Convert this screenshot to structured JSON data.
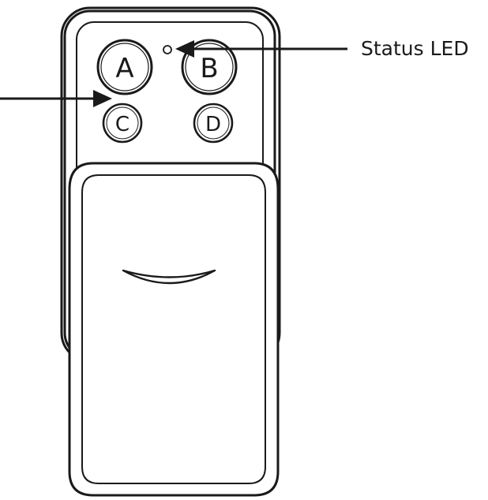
{
  "buttons": {
    "a": {
      "label": "A"
    },
    "b": {
      "label": "B"
    },
    "c": {
      "label": "C"
    },
    "d": {
      "label": "D"
    }
  },
  "callouts": {
    "status_led": {
      "label": "Status LED"
    }
  },
  "colors": {
    "outline": "#1a1a1a",
    "fill": "#ffffff"
  },
  "icons": {
    "led": "status-led-icon",
    "grip": "grip-groove-icon"
  }
}
